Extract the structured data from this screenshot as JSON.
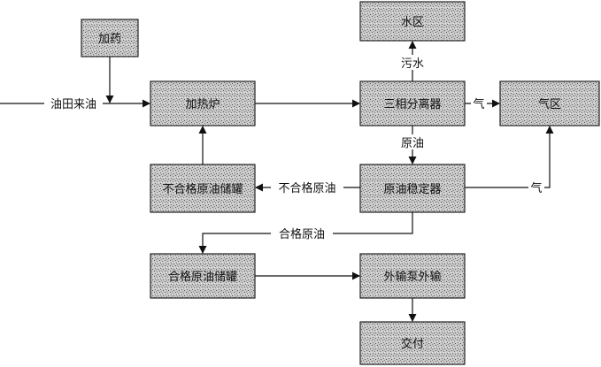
{
  "boxes": {
    "dosing": "加药",
    "heating_furnace": "加热炉",
    "three_phase_separator": "三相分离器",
    "water_zone": "水区",
    "gas_zone": "气区",
    "unqualified_storage": "不合格原油储罐",
    "crude_stabilizer": "原油稳定器",
    "qualified_storage": "合格原油储罐",
    "export_pump": "外输泵外输",
    "delivery": "交付"
  },
  "labels": {
    "field_oil_in": "油田来油",
    "sewage": "污水",
    "gas_from_separator": "气",
    "crude_oil": "原油",
    "gas_from_stabilizer": "气",
    "unqualified_crude": "不合格原油",
    "qualified_crude": "合格原油"
  }
}
